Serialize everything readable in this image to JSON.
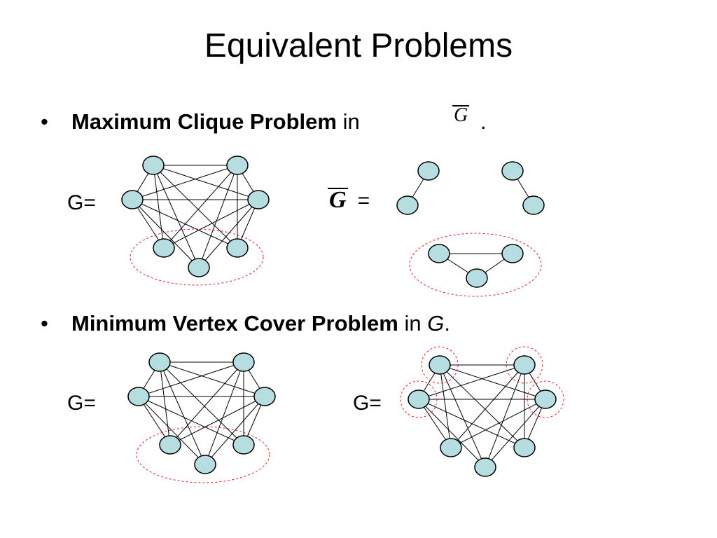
{
  "title": "Equivalent Problems",
  "bullet_symbol": "•",
  "bullet1": {
    "bold": "Maximum Clique Problem",
    "rest": " in",
    "math": "G",
    "end": "."
  },
  "bullet2": {
    "bold": "Minimum Vertex Cover Problem",
    "rest": " in ",
    "math": "G",
    "end": "."
  },
  "labels": {
    "g_eq": "G=",
    "gbar_symbol": "G",
    "gbar_eq": "="
  },
  "colors": {
    "node_fill": "#b6dde0",
    "ring": "#e02020"
  }
}
